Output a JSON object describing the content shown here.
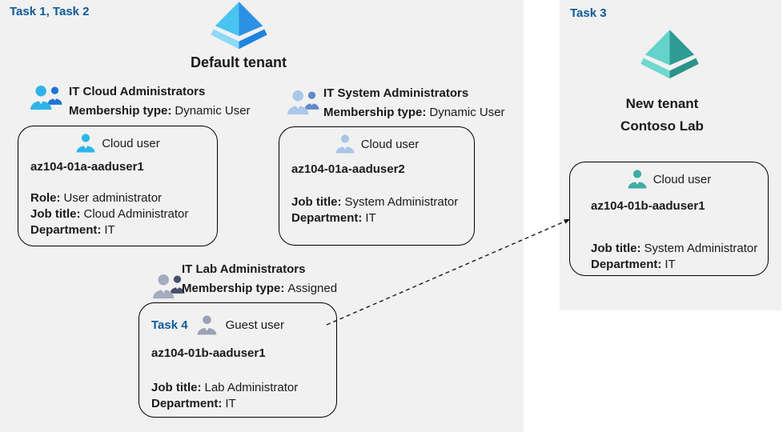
{
  "colors": {
    "page_background": "#ffffff",
    "region_background": "#f1f1f1",
    "task_label": "#0d5a9b",
    "text": "#1a1a1a",
    "card_border": "#000000",
    "arrow": "#1a1a1a"
  },
  "icons": {
    "azure_ad_blue": {
      "name": "azure-ad-tenant-icon",
      "light": "#4ac4f3",
      "dark": "#2c90e4",
      "rim_light": "#8ed9f6",
      "rim_dark": "#1f83de"
    },
    "azure_ad_teal": {
      "name": "azure-ad-tenant-icon-teal",
      "light": "#64d4cb",
      "dark": "#309b93",
      "rim_light": "#6fd8cf",
      "rim_dark": "#2b938b"
    },
    "group_cloud": {
      "front": "#2fb4e9",
      "back": "#1e74d2"
    },
    "group_system": {
      "front": "#abc7e9",
      "back": "#6189c9"
    },
    "group_lab": {
      "front": "#a6abbe",
      "back": "#474e6e"
    },
    "user_cloud": "#2ab7ea",
    "user_system": "#a9c5e8",
    "user_guest": "#9aa0b6",
    "user_teal": "#3fada4"
  },
  "left_region": {
    "task_label": "Task 1, Task 2",
    "tenant_name": "Default tenant",
    "groups": {
      "cloud": {
        "name": "IT Cloud Administrators",
        "membership_label": "Membership type:",
        "membership_value": "Dynamic User"
      },
      "system": {
        "name": "IT System Administrators",
        "membership_label": "Membership type:",
        "membership_value": "Dynamic User"
      },
      "lab": {
        "name": "IT Lab Administrators",
        "membership_label": "Membership type:",
        "membership_value": "Assigned"
      }
    },
    "cards": {
      "user1": {
        "type_label": "Cloud user",
        "name": "az104-01a-aaduser1",
        "lines": [
          {
            "label": "Role:",
            "value": "User administrator"
          },
          {
            "label": "Job title:",
            "value": "Cloud Administrator"
          },
          {
            "label": "Department:",
            "value": "IT"
          }
        ]
      },
      "user2": {
        "type_label": "Cloud user",
        "name": "az104-01a-aaduser2",
        "lines": [
          {
            "label": "Job title:",
            "value": "System Administrator"
          },
          {
            "label": "Department:",
            "value": "IT"
          }
        ]
      },
      "guest": {
        "task_label": "Task 4",
        "type_label": "Guest user",
        "name": "az104-01b-aaduser1",
        "lines": [
          {
            "label": "Job title:",
            "value": "Lab Administrator"
          },
          {
            "label": "Department:",
            "value": "IT"
          }
        ]
      }
    }
  },
  "right_region": {
    "task_label": "Task 3",
    "tenant_name_line1": "New tenant",
    "tenant_name_line2": "Contoso Lab",
    "card": {
      "type_label": "Cloud user",
      "name": "az104-01b-aaduser1",
      "lines": [
        {
          "label": "Job title:",
          "value": "System Administrator"
        },
        {
          "label": "Department:",
          "value": "IT"
        }
      ]
    }
  }
}
